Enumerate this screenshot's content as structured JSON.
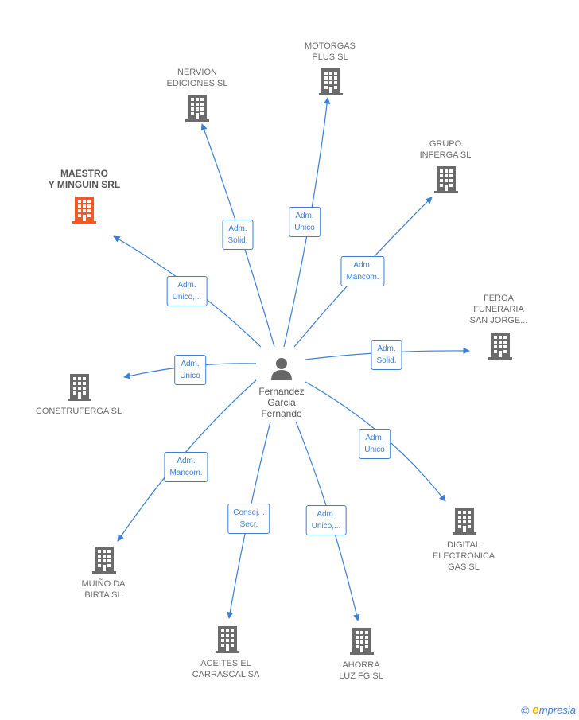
{
  "person": {
    "name": "Fernandez\nGarcia\nFernando",
    "color": "#666666"
  },
  "edge_color": "#3b7fd4",
  "building_color": "#6b6b6b",
  "highlight_color": "#ef5a2c",
  "companies": [
    {
      "id": "nervion",
      "name": "NERVION\nEDICIONES SL",
      "highlight": false
    },
    {
      "id": "motorgas",
      "name": "MOTORGAS\nPLUS  SL",
      "highlight": false
    },
    {
      "id": "grupo-inferga",
      "name": "GRUPO\nINFERGA SL",
      "highlight": false
    },
    {
      "id": "maestro",
      "name": "MAESTRO\nY MINGUIN SRL",
      "highlight": true
    },
    {
      "id": "ferga",
      "name": "FERGA\nFUNERARIA\nSAN JORGE...",
      "highlight": false
    },
    {
      "id": "construferga",
      "name": "CONSTRUFERGA SL",
      "highlight": false
    },
    {
      "id": "digital",
      "name": "DIGITAL\nELECTRONICA\nGAS  SL",
      "highlight": false
    },
    {
      "id": "muino",
      "name": "MUIÑO DA\nBIRTA SL",
      "highlight": false
    },
    {
      "id": "aceites",
      "name": "ACEITES EL\nCARRASCAL SA",
      "highlight": false
    },
    {
      "id": "ahorra",
      "name": "AHORRA\nLUZ FG  SL",
      "highlight": false
    }
  ],
  "roles": [
    {
      "target": "nervion",
      "label": "Adm.\nSolid."
    },
    {
      "target": "motorgas",
      "label": "Adm.\nUnico"
    },
    {
      "target": "grupo-inferga",
      "label": "Adm.\nMancom."
    },
    {
      "target": "maestro",
      "label": "Adm.\nUnico,..."
    },
    {
      "target": "ferga",
      "label": "Adm.\nSolid."
    },
    {
      "target": "construferga",
      "label": "Adm.\nUnico"
    },
    {
      "target": "digital",
      "label": "Adm.\nUnico"
    },
    {
      "target": "muino",
      "label": "Adm.\nMancom."
    },
    {
      "target": "aceites",
      "label": "Consej. .\nSecr."
    },
    {
      "target": "ahorra",
      "label": "Adm.\nUnico,..."
    }
  ],
  "footer": {
    "copyright": "©",
    "brand_initial": "e",
    "brand_rest": "mpresia"
  }
}
